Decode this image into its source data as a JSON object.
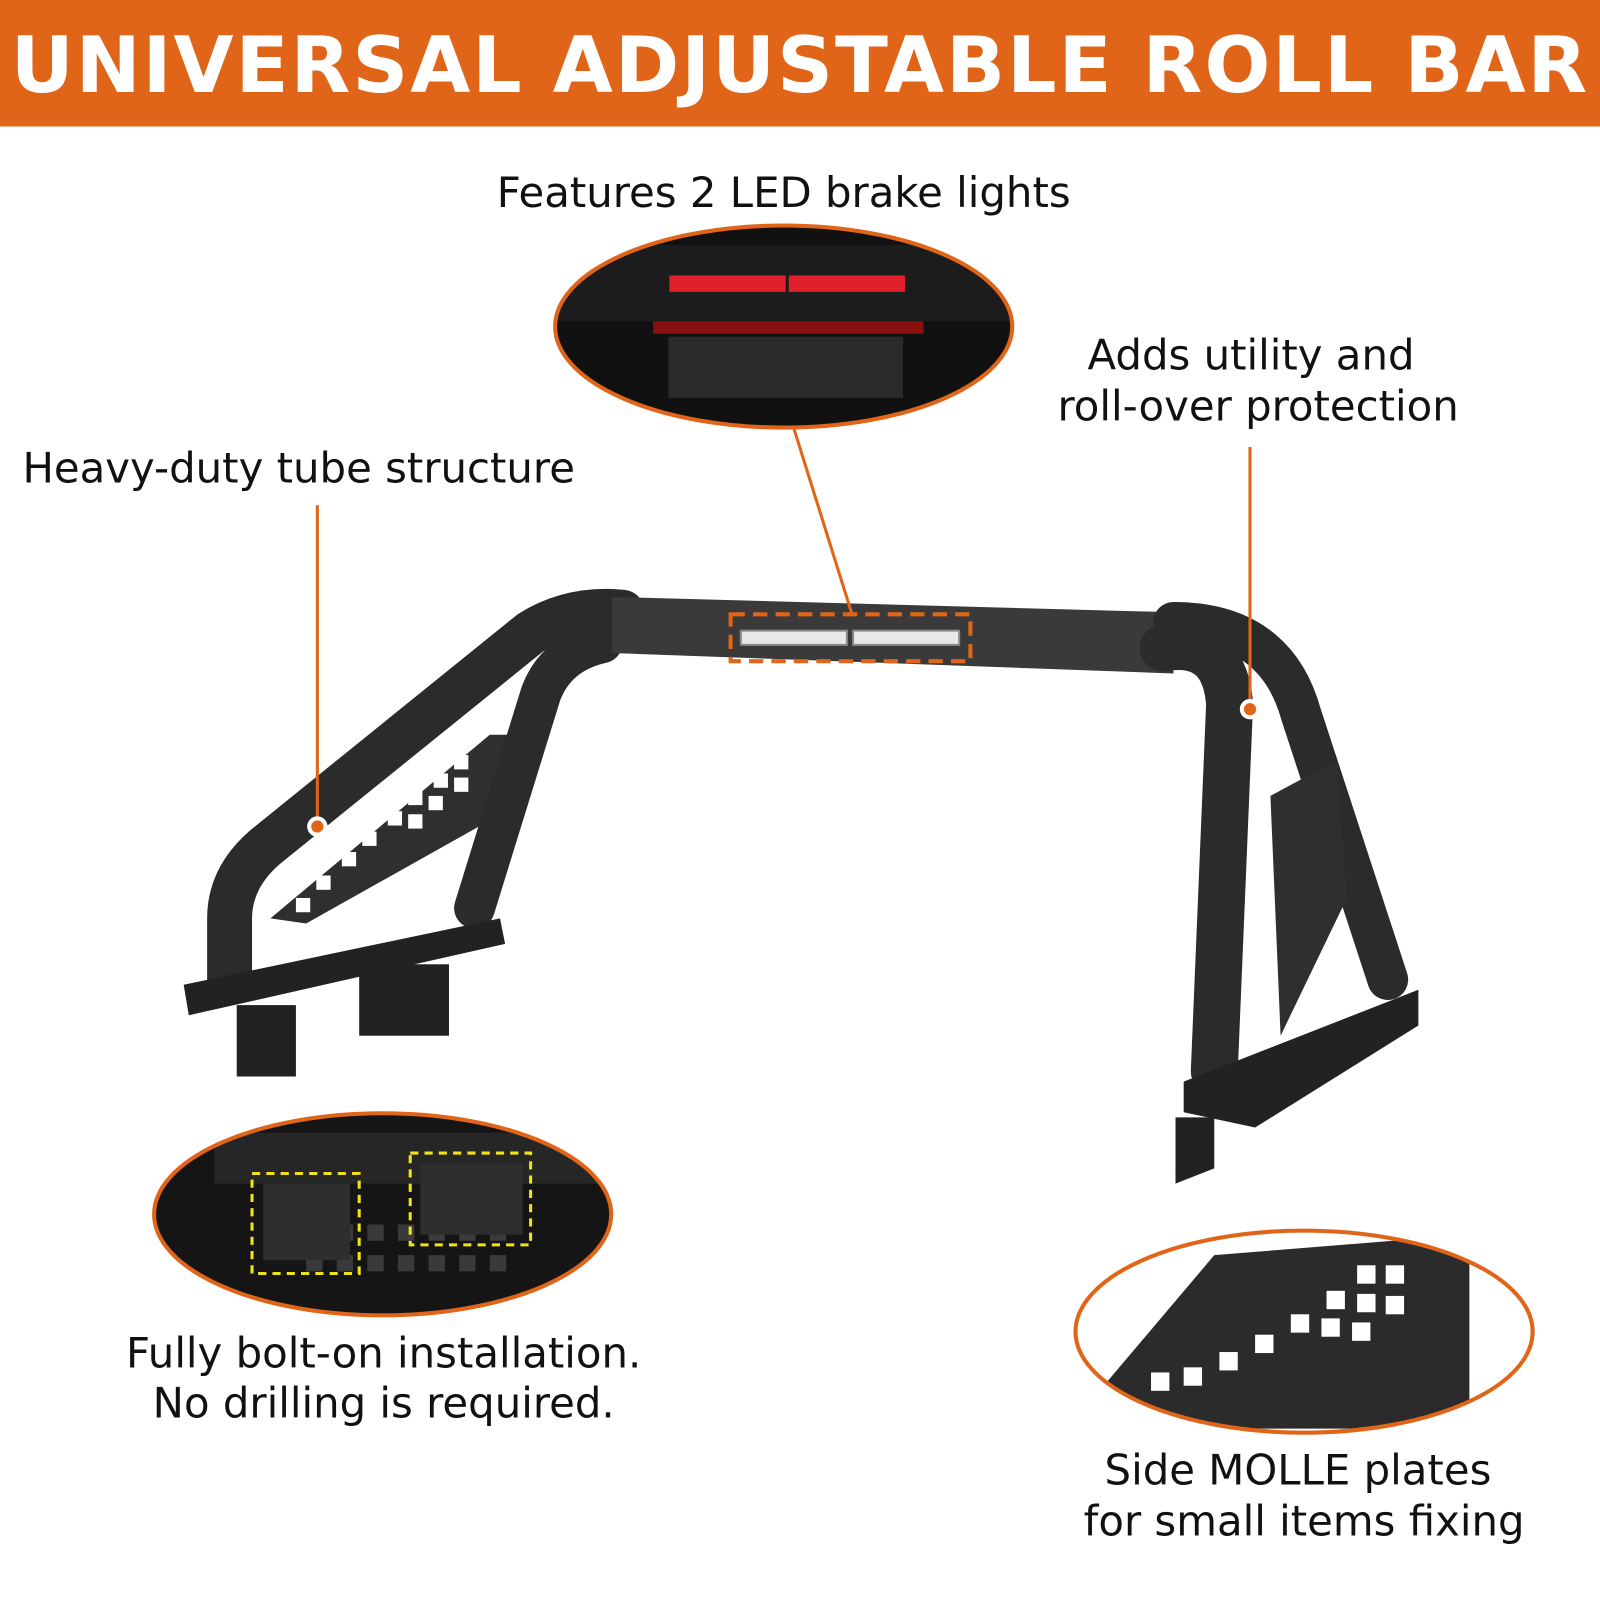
{
  "header": {
    "title": "UNIVERSAL ADJUSTABLE ROLL BAR"
  },
  "callouts": {
    "brake_lights": "Features 2 LED brake lights",
    "utility_line1": "Adds utility and",
    "utility_line2": "roll-over protection",
    "tube": "Heavy-duty tube structure",
    "bolt_line1": "Fully bolt-on installation.",
    "bolt_line2": "No drilling is required.",
    "molle_line1": "Side MOLLE plates",
    "molle_line2": "for small items fixing"
  },
  "colors": {
    "accent": "#e06518",
    "product": "#2b2b2b",
    "led": "#e0202a",
    "highlight": "#f2e21a"
  }
}
